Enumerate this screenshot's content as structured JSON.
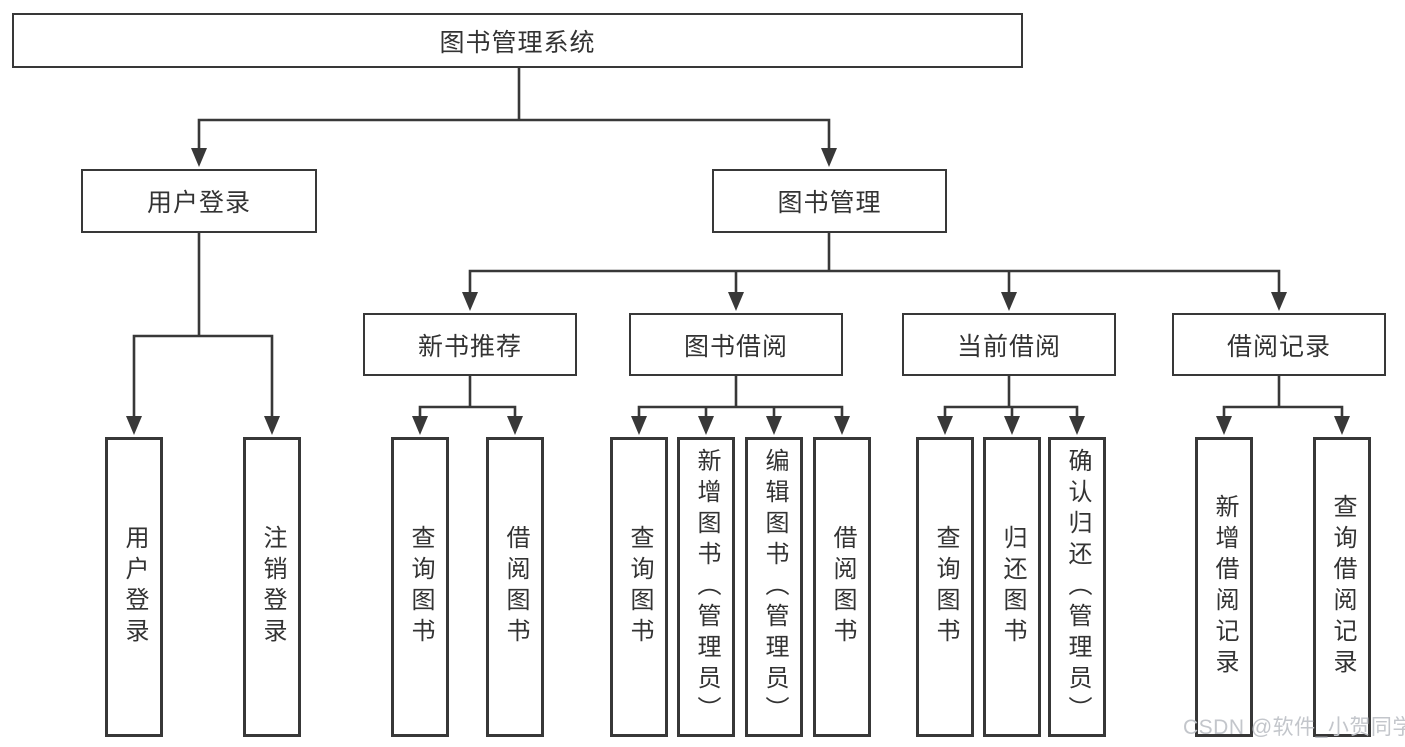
{
  "tree": {
    "label": "图书管理系统",
    "children": [
      {
        "label": "用户登录",
        "children": [
          {
            "label": "用户登录"
          },
          {
            "label": "注销登录"
          }
        ]
      },
      {
        "label": "图书管理",
        "children": [
          {
            "label": "新书推荐",
            "children": [
              {
                "label": "查询图书"
              },
              {
                "label": "借阅图书"
              }
            ]
          },
          {
            "label": "图书借阅",
            "children": [
              {
                "label": "查询图书"
              },
              {
                "label": "新增图书（管理员）"
              },
              {
                "label": "编辑图书（管理员）"
              },
              {
                "label": "借阅图书"
              }
            ]
          },
          {
            "label": "当前借阅",
            "children": [
              {
                "label": "查询图书"
              },
              {
                "label": "归还图书"
              },
              {
                "label": "确认归还（管理员）"
              }
            ]
          },
          {
            "label": "借阅记录",
            "children": [
              {
                "label": "新增借阅记录"
              },
              {
                "label": "查询借阅记录"
              }
            ]
          }
        ]
      }
    ]
  },
  "watermark": {
    "text": "CSDN @软件_小贺同学"
  },
  "colors": {
    "line": "#383838",
    "text": "#333333",
    "watermark": "#c3c6cb",
    "background": "#ffffff"
  }
}
